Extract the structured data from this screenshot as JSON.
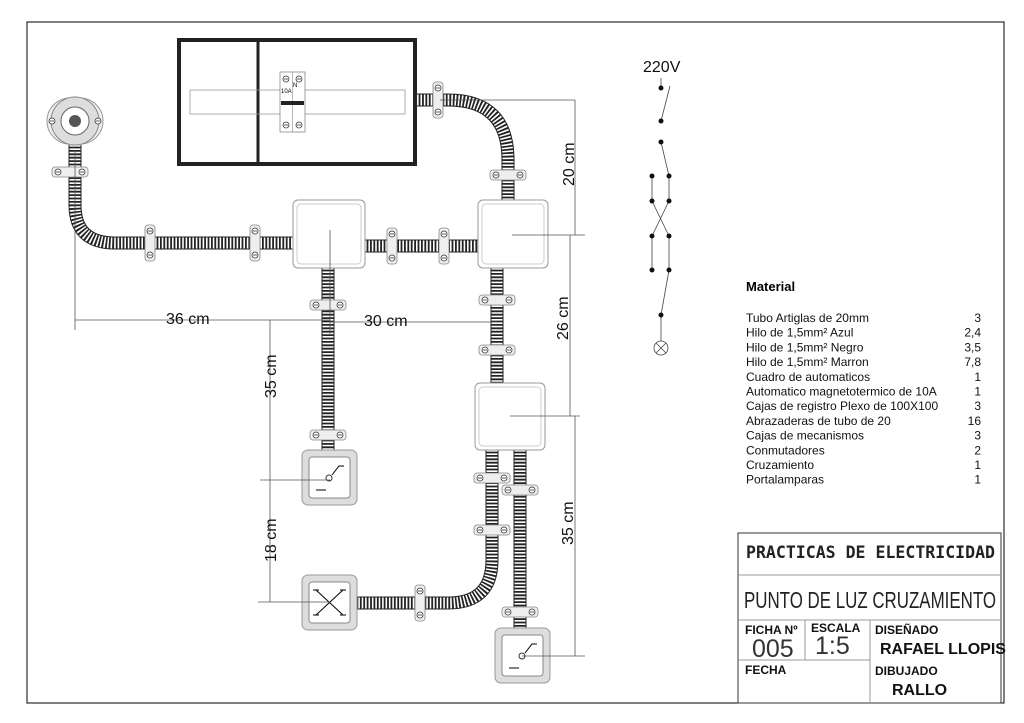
{
  "dimensions": {
    "d36": "36 cm",
    "d30": "30 cm",
    "d35a": "35 cm",
    "d20": "20 cm",
    "d26": "26 cm",
    "d18": "18 cm",
    "d35b": "35 cm"
  },
  "panel": {
    "breaker_rating": "10A",
    "neutral_label": "N"
  },
  "schematic": {
    "voltage": "220V"
  },
  "materials": {
    "title": "Material",
    "items": [
      {
        "name": "Tubo Artiglas de 20mm",
        "qty": "3"
      },
      {
        "name": "Hilo de 1,5mm² Azul",
        "qty": "2,4"
      },
      {
        "name": "Hilo de 1,5mm² Negro",
        "qty": "3,5"
      },
      {
        "name": "Hilo de 1,5mm² Marron",
        "qty": "7,8"
      },
      {
        "name": "Cuadro de automaticos",
        "qty": "1"
      },
      {
        "name": "Automatico magnetotermico de 10A",
        "qty": "1"
      },
      {
        "name": "Cajas de registro Plexo de 100X100",
        "qty": "3"
      },
      {
        "name": "Abrazaderas de tubo de 20",
        "qty": "16"
      },
      {
        "name": "Cajas de mecanismos",
        "qty": "3"
      },
      {
        "name": "Conmutadores",
        "qty": "2"
      },
      {
        "name": "Cruzamiento",
        "qty": "1"
      },
      {
        "name": "Portalamparas",
        "qty": "1"
      }
    ]
  },
  "title_block": {
    "course": "PRACTICAS DE ELECTRICIDAD",
    "title": "PUNTO DE LUZ CRUZAMIENTO",
    "ficha_label": "FICHA Nº",
    "ficha_value": "005",
    "escala_label": "ESCALA",
    "escala_value": "1:5",
    "disenado_label": "DISEÑADO",
    "disenado_value": "RAFAEL LLOPIS",
    "fecha_label": "FECHA",
    "dibujado_label": "DIBUJADO",
    "dibujado_value": "RALLO"
  }
}
